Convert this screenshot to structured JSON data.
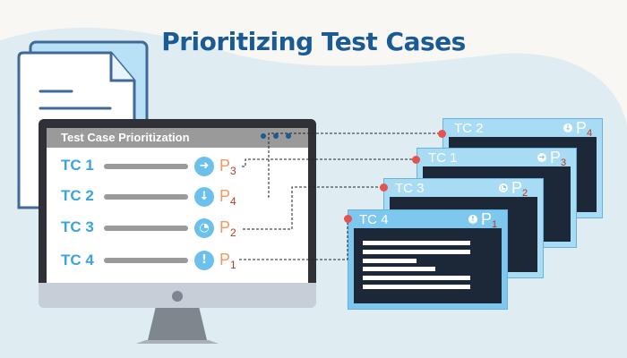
{
  "title": "Prioritizing Test Cases",
  "colors": {
    "title": "#1a5b96",
    "tc_label": "#3ba3dd",
    "priority": "#ef9a5f",
    "priority_sub": "#b33a22",
    "icon": "#6cc0ec",
    "card": "#a8dcf5",
    "card_body": "#1c2738",
    "connector_dot": "#e4534f"
  },
  "monitor": {
    "window_title": "Test Case Prioritization",
    "rows": [
      {
        "tc": "TC 1",
        "icon": "arrow-right-icon",
        "glyph": "➜",
        "p": "P",
        "level": "3"
      },
      {
        "tc": "TC 2",
        "icon": "arrow-down-icon",
        "glyph": "↓",
        "p": "P",
        "level": "4"
      },
      {
        "tc": "TC 3",
        "icon": "clock-icon",
        "glyph": "◔",
        "p": "P",
        "level": "2"
      },
      {
        "tc": "TC 4",
        "icon": "exclamation-icon",
        "glyph": "!",
        "p": "P",
        "level": "1"
      }
    ]
  },
  "cards": [
    {
      "tc": "TC 2",
      "glyph": "↓",
      "p": "P",
      "level": "4"
    },
    {
      "tc": "TC 1",
      "glyph": "➜",
      "p": "P",
      "level": "3"
    },
    {
      "tc": "TC 3",
      "glyph": "◔",
      "p": "P",
      "level": "2"
    },
    {
      "tc": "TC 4",
      "glyph": "!",
      "p": "P",
      "level": "1"
    }
  ]
}
